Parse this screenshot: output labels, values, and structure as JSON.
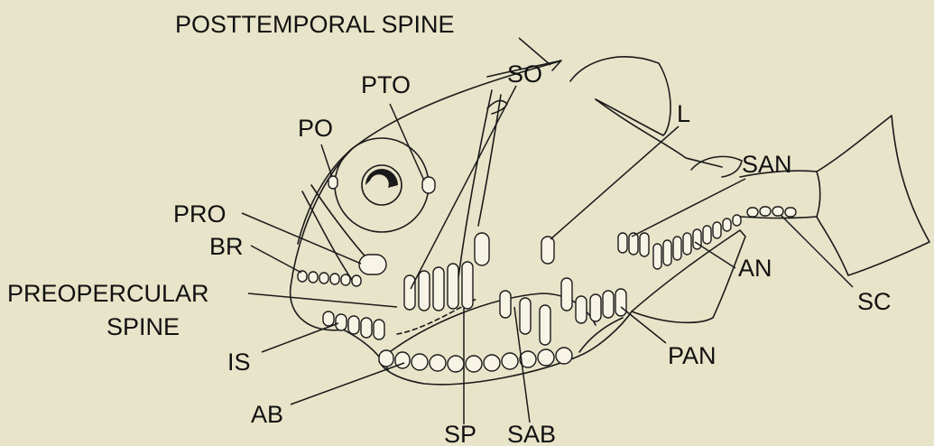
{
  "labels": {
    "posttemporal_spine": "POSTTEMPORAL SPINE",
    "pto": "PTO",
    "po": "PO",
    "so": "SO",
    "l": "L",
    "san": "SAN",
    "pro": "PRO",
    "br": "BR",
    "preopercular_line1": "PREOPERCULAR",
    "preopercular_line2": "SPINE",
    "an": "AN",
    "sc": "SC",
    "is": "IS",
    "pan": "PAN",
    "ab": "AB",
    "sp": "SP",
    "sab": "SAB"
  }
}
